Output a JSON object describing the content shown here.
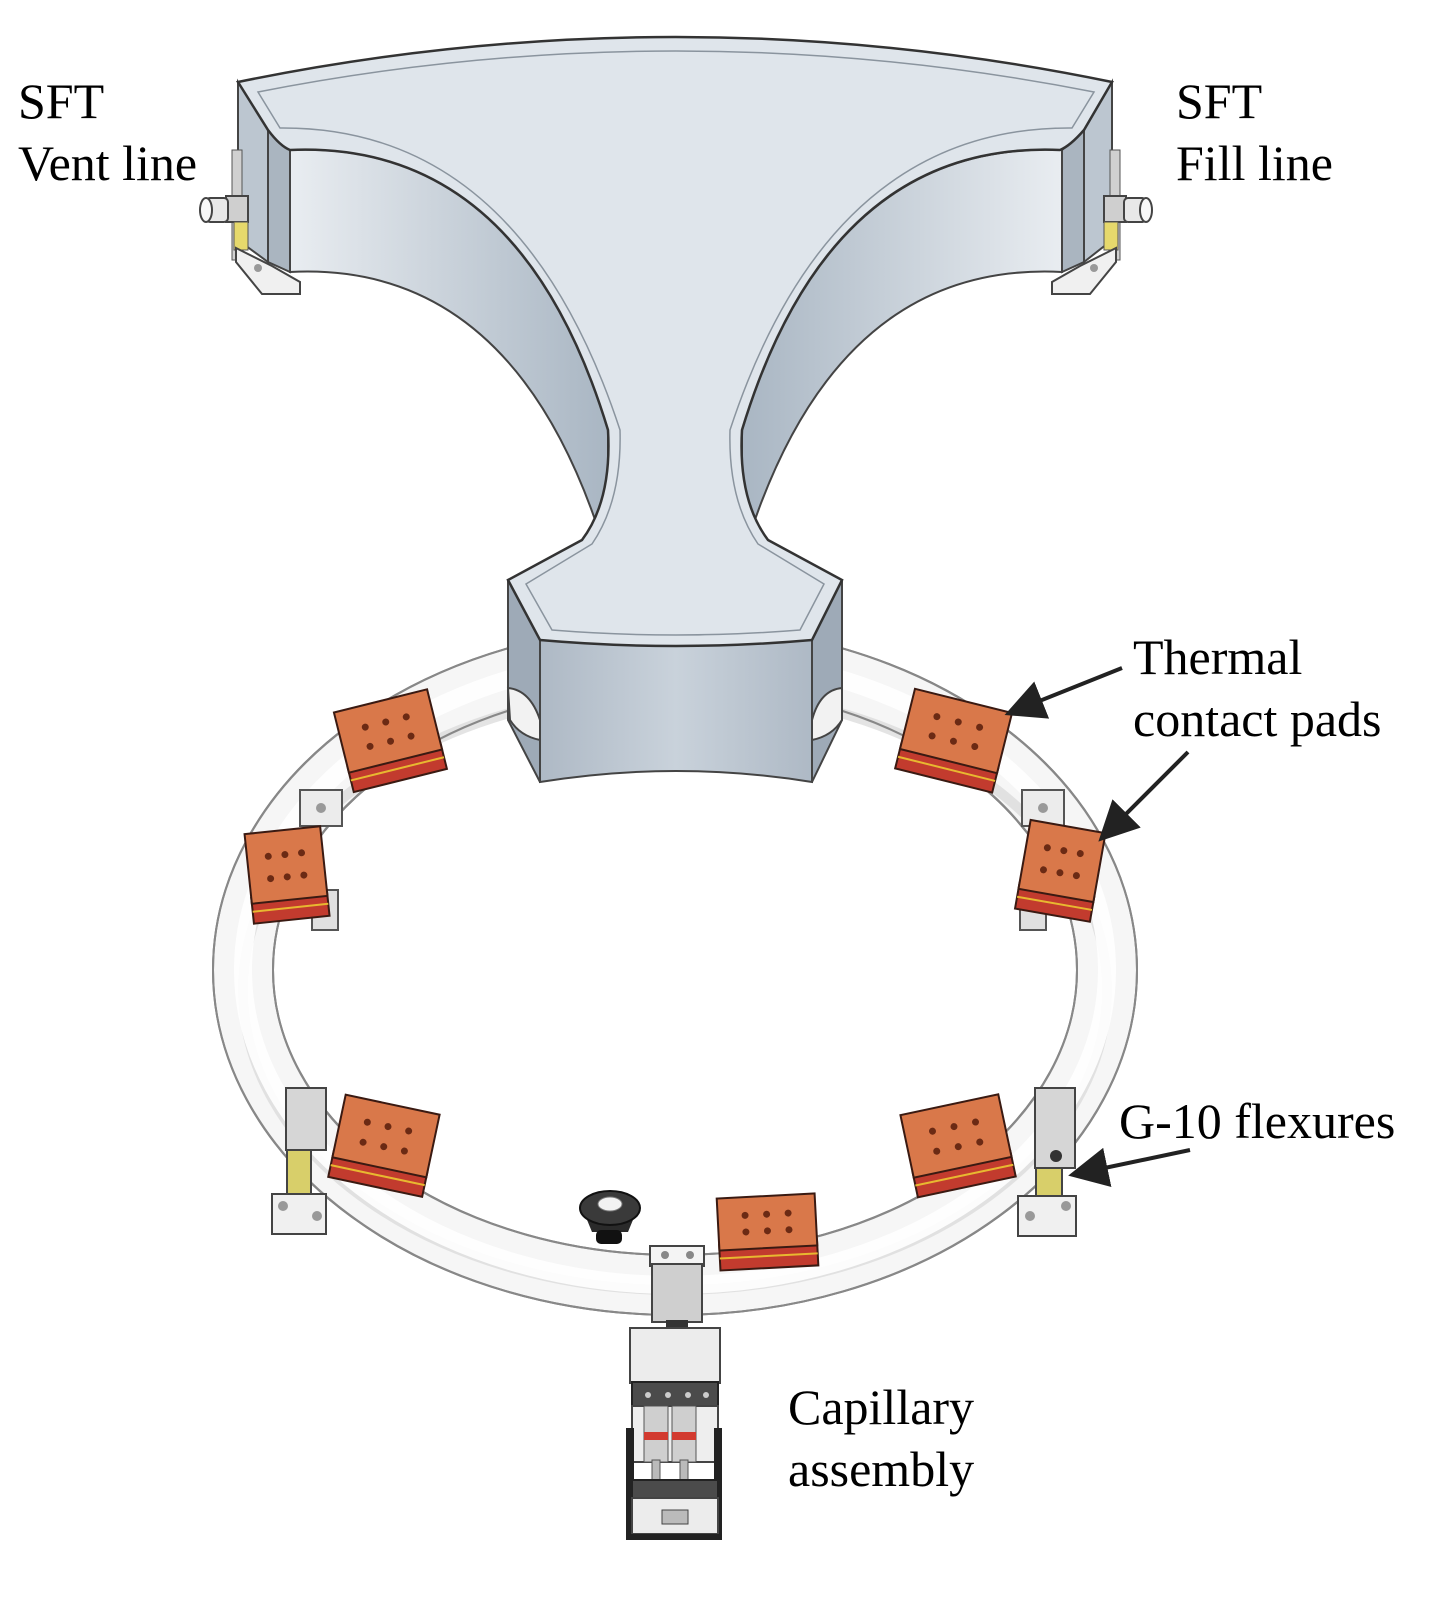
{
  "labels": {
    "vent": {
      "line1": "SFT",
      "line2": "Vent line"
    },
    "fill": {
      "line1": "SFT",
      "line2": "Fill line"
    },
    "thermal": {
      "line1": "Thermal",
      "line2": "contact pads"
    },
    "g10": {
      "line1": "G-10 flexures"
    },
    "capillary": {
      "line1": "Capillary",
      "line2": "assembly"
    }
  },
  "colors": {
    "tank": "#dde3ea",
    "tank_side": "#b9c4cf",
    "ring": "#f4f4f4",
    "pad_top": "#d9784a",
    "pad_side": "#c23b2e",
    "flexure": "#d8cf6a",
    "arrow": "#222222"
  }
}
